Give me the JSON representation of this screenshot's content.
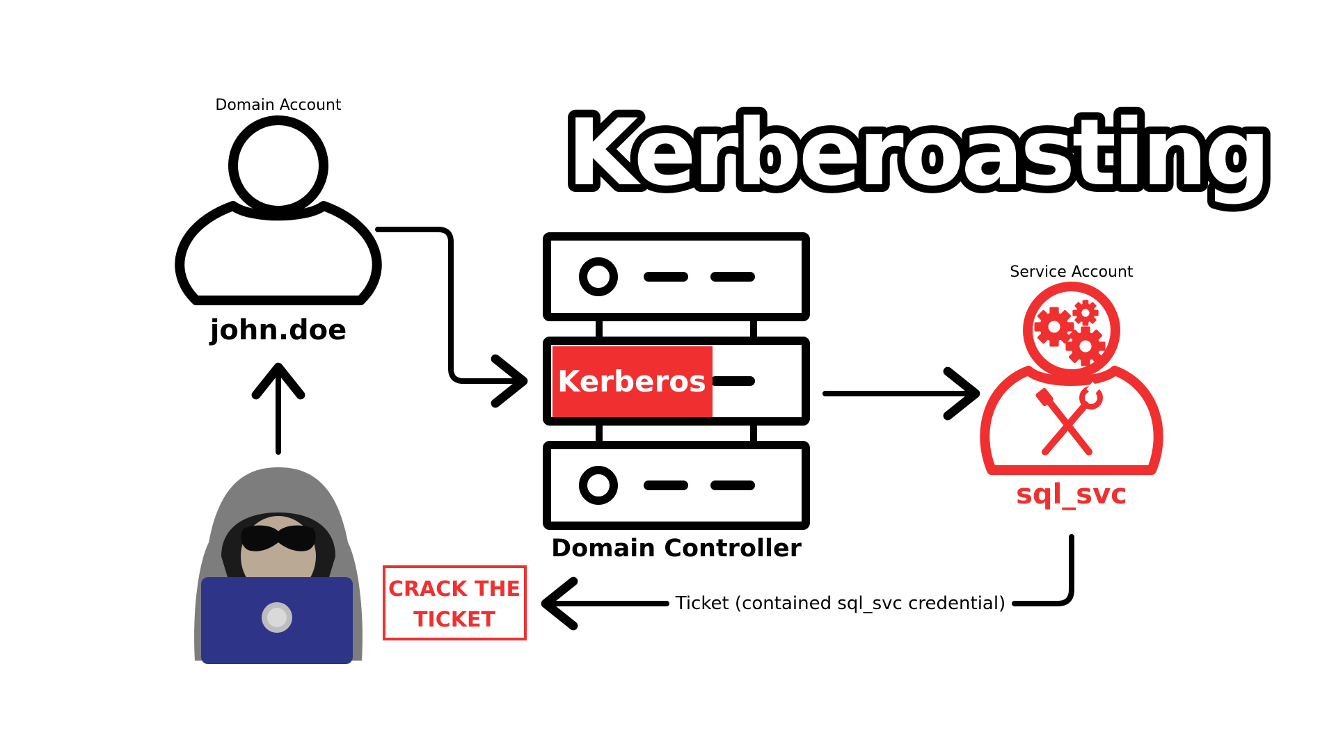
{
  "title": "Kerberoasting",
  "user": {
    "caption": "Domain Account",
    "name": "john.doe",
    "icon": "person-icon"
  },
  "server": {
    "module_label": "Kerberos",
    "caption": "Domain Controller",
    "icon": "server-rack-icon"
  },
  "service": {
    "caption": "Service Account",
    "name": "sql_svc",
    "icon": "service-account-gears-tools-icon"
  },
  "attacker": {
    "icon": "hooded-hacker-laptop-icon"
  },
  "crack_box": {
    "line1": "CRACK THE",
    "line2": "TICKET"
  },
  "ticket_arrow_label": "Ticket (contained sql_svc credential)",
  "colors": {
    "accent_red": "#f03030",
    "laptop_blue": "#2e3588",
    "hood_gray": "#7d7d7d",
    "ink": "#000000"
  }
}
